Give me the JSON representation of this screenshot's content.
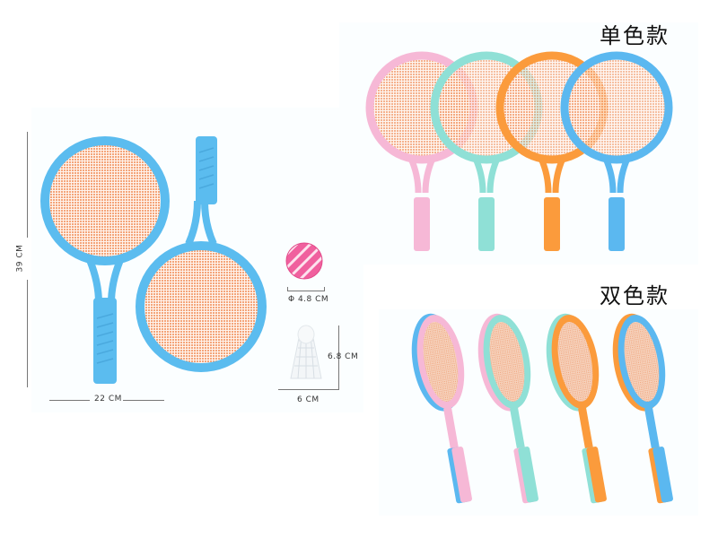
{
  "main_set": {
    "racket_color": "#5bbcef",
    "string_color": "#f4a57a",
    "dimensions": {
      "height_label": "39 CM",
      "width_label": "22 CM",
      "ball_diameter_label": "Φ 4.8 CM",
      "shuttle_height_label": "6.8 CM",
      "shuttle_width_label": "6 CM"
    },
    "ball_colors": {
      "primary": "#f0609e",
      "stripe": "#fde3ee"
    },
    "shuttle_color": "#f1f4f6"
  },
  "single_color": {
    "heading": "单色款",
    "variants": [
      {
        "name": "pink",
        "color": "#f6b8d6"
      },
      {
        "name": "mint",
        "color": "#8fe0d6"
      },
      {
        "name": "orange",
        "color": "#fb9b3c"
      },
      {
        "name": "blue",
        "color": "#5bb8f0"
      }
    ]
  },
  "dual_color": {
    "heading": "双色款",
    "variants": [
      {
        "name": "pink-blue",
        "front": "#f6b8d6",
        "back": "#5bb8f0"
      },
      {
        "name": "mint-pink",
        "front": "#8fe0d6",
        "back": "#f6b8d6"
      },
      {
        "name": "orange-mint",
        "front": "#fb9b3c",
        "back": "#8fe0d6"
      },
      {
        "name": "blue-orange",
        "front": "#5bb8f0",
        "back": "#fb9b3c"
      }
    ]
  }
}
